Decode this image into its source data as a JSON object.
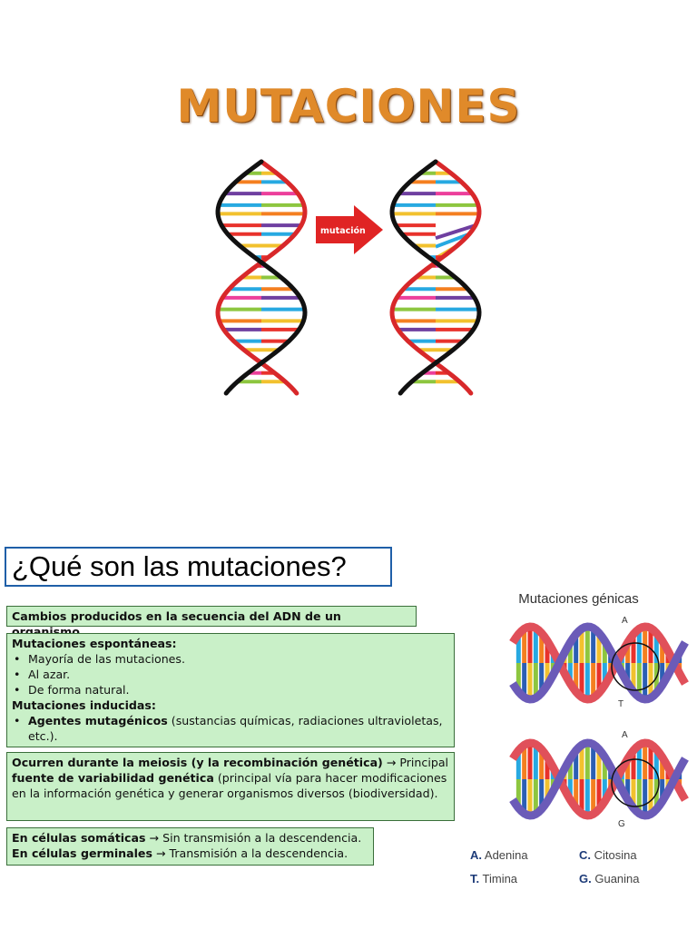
{
  "title": "MUTACIONES",
  "arrow_label": "mutación",
  "question": "¿Qué son las mutaciones?",
  "box1": "Cambios producidos en la secuencia del ADN de un organismo.",
  "box2": {
    "heading1": "Mutaciones espontáneas:",
    "items1": [
      "Mayoría de las mutaciones.",
      "Al azar.",
      "De forma natural."
    ],
    "heading2": "Mutaciones inducidas:",
    "item2_bold": "Agentes mutagénicos",
    "item2_rest": " (sustancias químicas, radiaciones ultravioletas, etc.)."
  },
  "box3": {
    "bold1": "Ocurren durante la meiosis (y la recombinación genética)",
    "text1": " → Principal ",
    "bold2": "fuente de variabilidad genética",
    "text2": " (principal vía para hacer modificaciones en la información genética y generar organismos diversos (biodiversidad)."
  },
  "box4": {
    "bold1": "En células somáticas",
    "text1": " → Sin transmisión a la descendencia.",
    "bold2": "En células germinales",
    "text2": " → Transmisión a la descendencia."
  },
  "genicas": {
    "title": "Mutaciones génicas",
    "label_a_top": "A",
    "label_t": "T",
    "label_a_bottom": "A",
    "label_g": "G",
    "legend": [
      {
        "letter": "A.",
        "name": "Adenina"
      },
      {
        "letter": "C.",
        "name": "Citosina"
      },
      {
        "letter": "T.",
        "name": "Timina"
      },
      {
        "letter": "G.",
        "name": "Guanina"
      }
    ]
  },
  "colors": {
    "title": "#e08a2a",
    "strand_red": "#d8282a",
    "strand_black": "#111111",
    "arrow": "#e02424",
    "box_bg": "#c9f0c8",
    "question_border": "#1f5fa8"
  }
}
